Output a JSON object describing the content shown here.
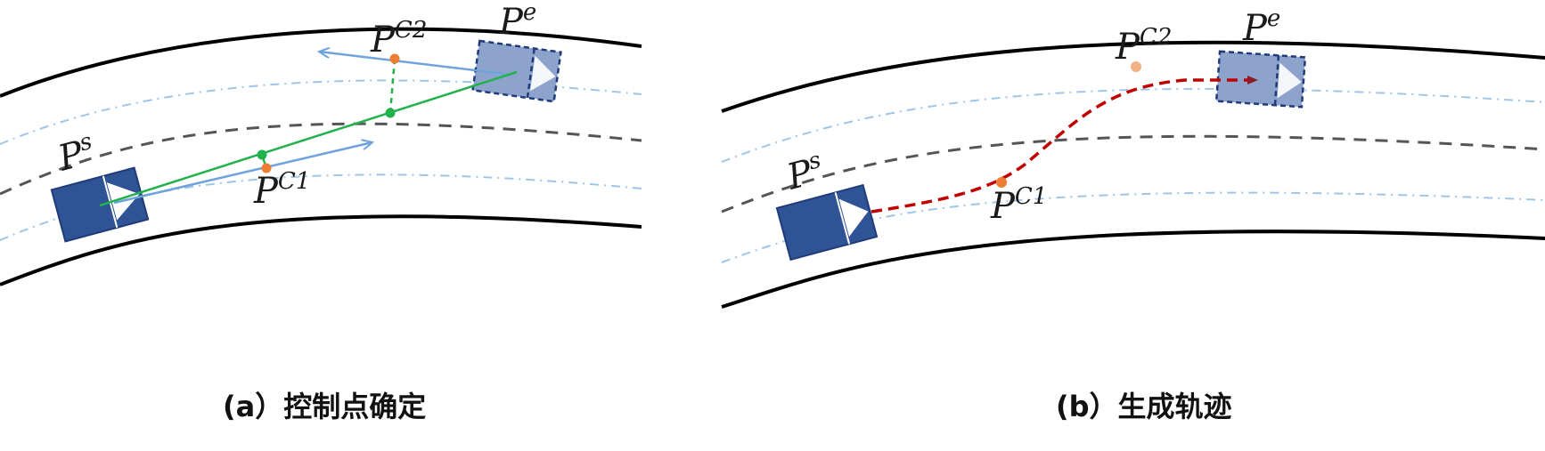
{
  "colors": {
    "road_edge": "#000000",
    "center_line": "#555555",
    "lane_guide": "#9fc5e8",
    "vehicle_fill": "#2e5496",
    "ghost_vehicle_fill": "#8ea3cc",
    "ghost_vehicle_border": "#1f3b7a",
    "heading_arrow": "#6fa3dc",
    "construction_line": "#22b14c",
    "control_point": "#ed7d31",
    "trajectory": "#c00000"
  },
  "panel_a": {
    "caption": "(a）控制点确定",
    "labels": {
      "start": "P",
      "start_sup": "s",
      "end": "P",
      "end_sup": "e",
      "c1": "P",
      "c1_sup": "C1",
      "c2": "P",
      "c2_sup": "C2"
    }
  },
  "panel_b": {
    "caption": "(b）生成轨迹",
    "labels": {
      "start": "P",
      "start_sup": "s",
      "end": "P",
      "end_sup": "e",
      "c1": "P",
      "c1_sup": "C1",
      "c2": "P",
      "c2_sup": "C2"
    }
  }
}
